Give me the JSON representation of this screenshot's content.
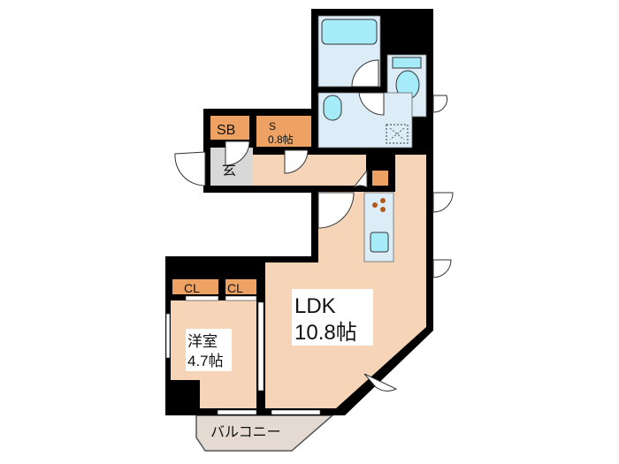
{
  "floor_plan": {
    "rooms": {
      "sb": {
        "label": "SB"
      },
      "s": {
        "label": "S",
        "size": "0.8帖"
      },
      "genkan": {
        "label": "玄"
      },
      "western": {
        "label": "洋室",
        "size": "4.7帖"
      },
      "ldk": {
        "label": "LDK",
        "size": "10.8帖"
      },
      "cl1": {
        "label": "CL"
      },
      "cl2": {
        "label": "CL"
      },
      "balcony": {
        "label": "バルコニー"
      }
    },
    "colors": {
      "wall": "#000000",
      "floor": "#f5d4b7",
      "storage": "#eda263",
      "wet": "#dcedf8",
      "fixture": "#a6ecf8",
      "genkan": "#d8d8d8",
      "balcony": "#e4dad2"
    }
  }
}
